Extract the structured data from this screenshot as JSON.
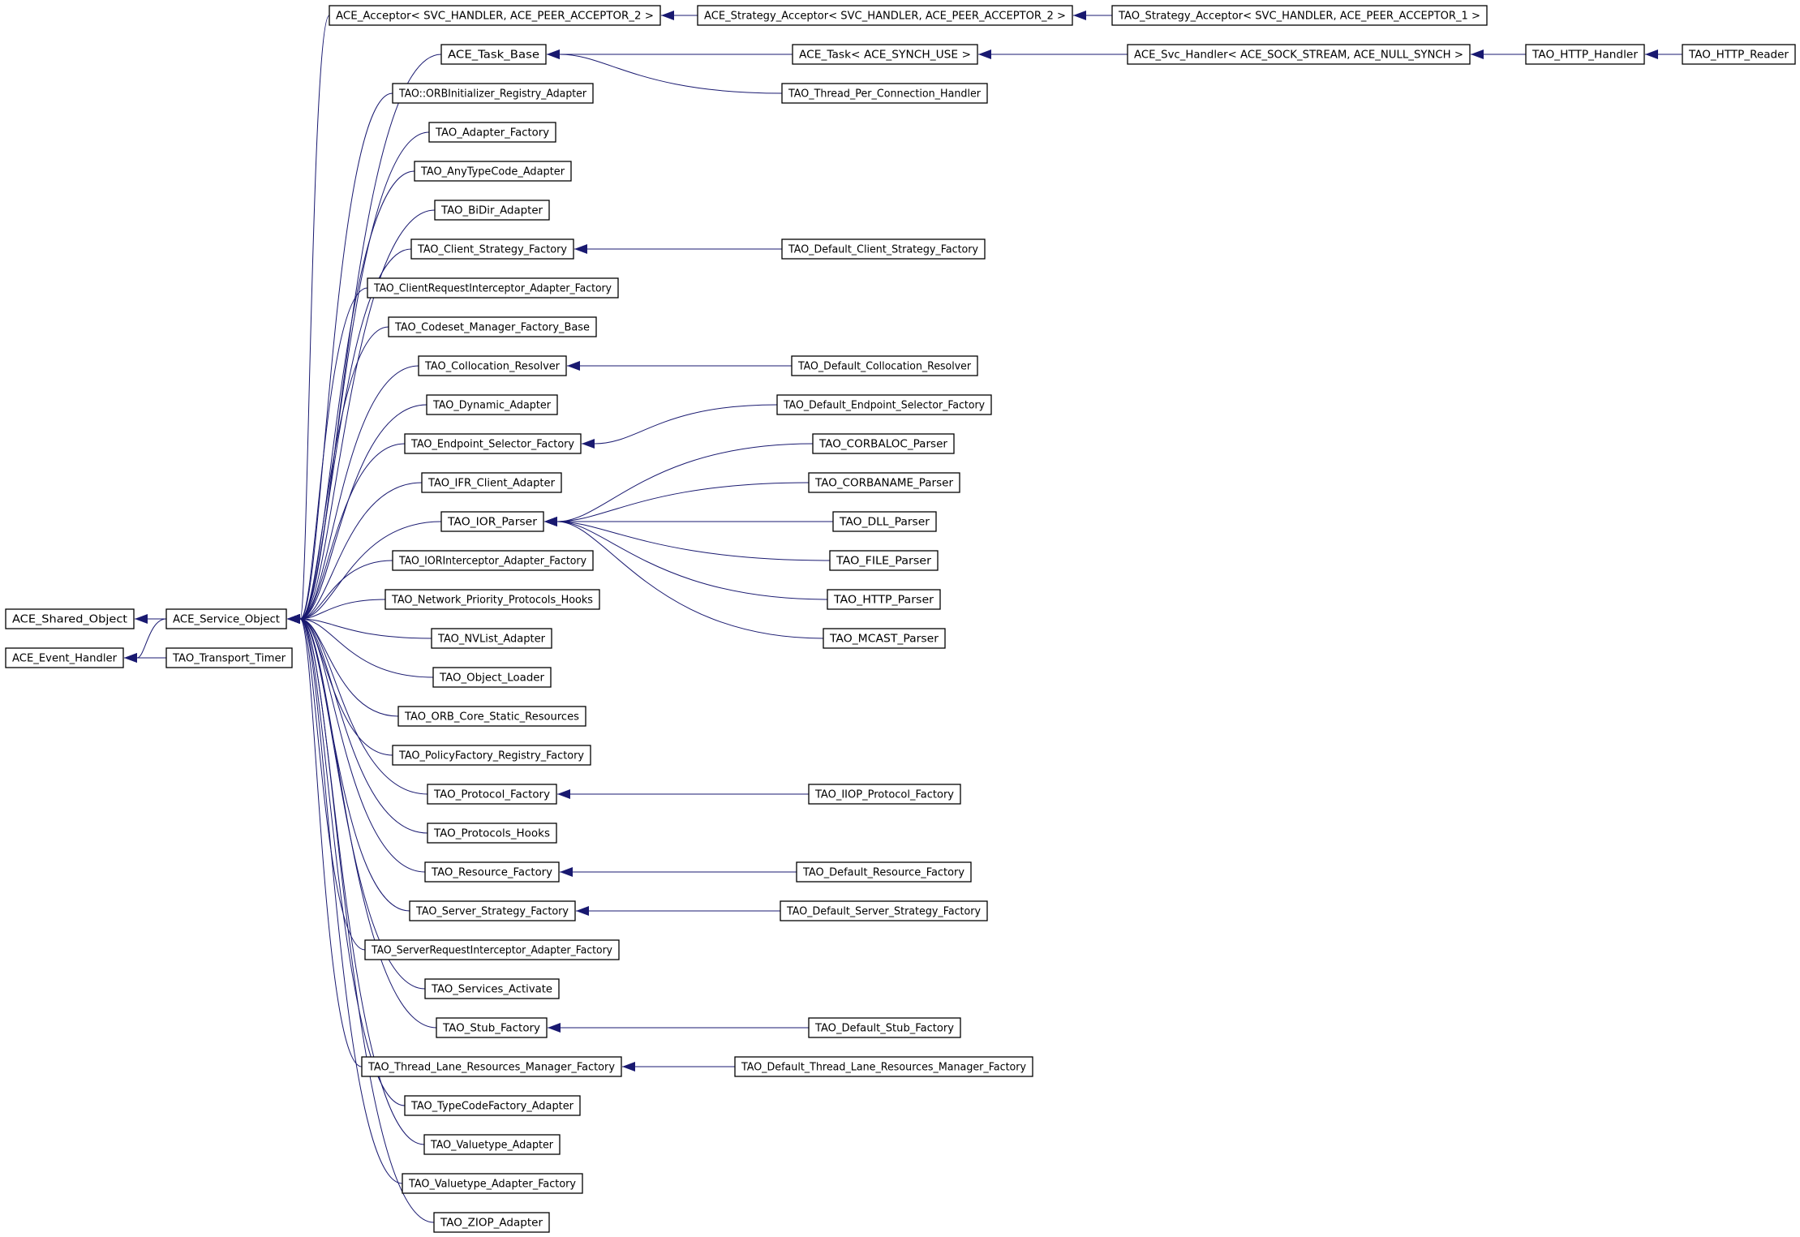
{
  "colors": {
    "edge": "#191970",
    "box_border": "#000000",
    "text": "#000000",
    "background": "#ffffff"
  },
  "nodes": [
    {
      "id": "ace_shared_object",
      "label": "ACE_Shared_Object"
    },
    {
      "id": "ace_event_handler",
      "label": "ACE_Event_Handler"
    },
    {
      "id": "ace_service_object",
      "label": "ACE_Service_Object"
    },
    {
      "id": "tao_transport_timer",
      "label": "TAO_Transport_Timer"
    },
    {
      "id": "ace_acceptor",
      "label": "ACE_Acceptor< SVC_HANDLER, ACE_PEER_ACCEPTOR_2 >"
    },
    {
      "id": "ace_strategy_acceptor",
      "label": "ACE_Strategy_Acceptor< SVC_HANDLER, ACE_PEER_ACCEPTOR_2 >"
    },
    {
      "id": "tao_strategy_acceptor",
      "label": "TAO_Strategy_Acceptor< SVC_HANDLER, ACE_PEER_ACCEPTOR_1 >"
    },
    {
      "id": "ace_task_base",
      "label": "ACE_Task_Base"
    },
    {
      "id": "ace_task",
      "label": "ACE_Task< ACE_SYNCH_USE >"
    },
    {
      "id": "ace_svc_handler",
      "label": "ACE_Svc_Handler< ACE_SOCK_STREAM, ACE_NULL_SYNCH >"
    },
    {
      "id": "tao_http_handler",
      "label": "TAO_HTTP_Handler"
    },
    {
      "id": "tao_http_reader",
      "label": "TAO_HTTP_Reader"
    },
    {
      "id": "tao_thread_per_connection_handler",
      "label": "TAO_Thread_Per_Connection_Handler"
    },
    {
      "id": "tao_orbinitializer_registry_adapter",
      "label": "TAO::ORBInitializer_Registry_Adapter"
    },
    {
      "id": "tao_adapter_factory",
      "label": "TAO_Adapter_Factory"
    },
    {
      "id": "tao_anytypecode_adapter",
      "label": "TAO_AnyTypeCode_Adapter"
    },
    {
      "id": "tao_bidir_adapter",
      "label": "TAO_BiDir_Adapter"
    },
    {
      "id": "tao_client_strategy_factory",
      "label": "TAO_Client_Strategy_Factory"
    },
    {
      "id": "tao_default_client_strategy_factory",
      "label": "TAO_Default_Client_Strategy_Factory"
    },
    {
      "id": "tao_clientrequestinterceptor_adapter_factory",
      "label": "TAO_ClientRequestInterceptor_Adapter_Factory"
    },
    {
      "id": "tao_codeset_manager_factory_base",
      "label": "TAO_Codeset_Manager_Factory_Base"
    },
    {
      "id": "tao_collocation_resolver",
      "label": "TAO_Collocation_Resolver"
    },
    {
      "id": "tao_default_collocation_resolver",
      "label": "TAO_Default_Collocation_Resolver"
    },
    {
      "id": "tao_dynamic_adapter",
      "label": "TAO_Dynamic_Adapter"
    },
    {
      "id": "tao_endpoint_selector_factory",
      "label": "TAO_Endpoint_Selector_Factory"
    },
    {
      "id": "tao_default_endpoint_selector_factory",
      "label": "TAO_Default_Endpoint_Selector_Factory"
    },
    {
      "id": "tao_ifr_client_adapter",
      "label": "TAO_IFR_Client_Adapter"
    },
    {
      "id": "tao_ior_parser",
      "label": "TAO_IOR_Parser"
    },
    {
      "id": "tao_corbaloc_parser",
      "label": "TAO_CORBALOC_Parser"
    },
    {
      "id": "tao_corbaname_parser",
      "label": "TAO_CORBANAME_Parser"
    },
    {
      "id": "tao_dll_parser",
      "label": "TAO_DLL_Parser"
    },
    {
      "id": "tao_file_parser",
      "label": "TAO_FILE_Parser"
    },
    {
      "id": "tao_http_parser",
      "label": "TAO_HTTP_Parser"
    },
    {
      "id": "tao_mcast_parser",
      "label": "TAO_MCAST_Parser"
    },
    {
      "id": "tao_iorinterceptor_adapter_factory",
      "label": "TAO_IORInterceptor_Adapter_Factory"
    },
    {
      "id": "tao_network_priority_protocols_hooks",
      "label": "TAO_Network_Priority_Protocols_Hooks"
    },
    {
      "id": "tao_nvlist_adapter",
      "label": "TAO_NVList_Adapter"
    },
    {
      "id": "tao_object_loader",
      "label": "TAO_Object_Loader"
    },
    {
      "id": "tao_orb_core_static_resources",
      "label": "TAO_ORB_Core_Static_Resources"
    },
    {
      "id": "tao_policyfactory_registry_factory",
      "label": "TAO_PolicyFactory_Registry_Factory"
    },
    {
      "id": "tao_protocol_factory",
      "label": "TAO_Protocol_Factory"
    },
    {
      "id": "tao_iiop_protocol_factory",
      "label": "TAO_IIOP_Protocol_Factory"
    },
    {
      "id": "tao_protocols_hooks",
      "label": "TAO_Protocols_Hooks"
    },
    {
      "id": "tao_resource_factory",
      "label": "TAO_Resource_Factory"
    },
    {
      "id": "tao_default_resource_factory",
      "label": "TAO_Default_Resource_Factory"
    },
    {
      "id": "tao_server_strategy_factory",
      "label": "TAO_Server_Strategy_Factory"
    },
    {
      "id": "tao_default_server_strategy_factory",
      "label": "TAO_Default_Server_Strategy_Factory"
    },
    {
      "id": "tao_serverrequestinterceptor_adapter_factory",
      "label": "TAO_ServerRequestInterceptor_Adapter_Factory"
    },
    {
      "id": "tao_services_activate",
      "label": "TAO_Services_Activate"
    },
    {
      "id": "tao_stub_factory",
      "label": "TAO_Stub_Factory"
    },
    {
      "id": "tao_default_stub_factory",
      "label": "TAO_Default_Stub_Factory"
    },
    {
      "id": "tao_thread_lane_resources_manager_factory",
      "label": "TAO_Thread_Lane_Resources_Manager_Factory"
    },
    {
      "id": "tao_default_thread_lane_resources_manager_factory",
      "label": "TAO_Default_Thread_Lane_Resources_Manager_Factory"
    },
    {
      "id": "tao_typecodefactory_adapter",
      "label": "TAO_TypeCodeFactory_Adapter"
    },
    {
      "id": "tao_valuetype_adapter",
      "label": "TAO_Valuetype_Adapter"
    },
    {
      "id": "tao_valuetype_adapter_factory",
      "label": "TAO_Valuetype_Adapter_Factory"
    },
    {
      "id": "tao_ziop_adapter",
      "label": "TAO_ZIOP_Adapter"
    }
  ],
  "edges": [
    {
      "base": "ace_shared_object",
      "derived": "ace_service_object"
    },
    {
      "base": "ace_event_handler",
      "derived": "ace_service_object"
    },
    {
      "base": "ace_event_handler",
      "derived": "tao_transport_timer"
    },
    {
      "base": "ace_service_object",
      "derived": "ace_acceptor"
    },
    {
      "base": "ace_service_object",
      "derived": "ace_task_base"
    },
    {
      "base": "ace_service_object",
      "derived": "tao_orbinitializer_registry_adapter"
    },
    {
      "base": "ace_service_object",
      "derived": "tao_adapter_factory"
    },
    {
      "base": "ace_service_object",
      "derived": "tao_anytypecode_adapter"
    },
    {
      "base": "ace_service_object",
      "derived": "tao_bidir_adapter"
    },
    {
      "base": "ace_service_object",
      "derived": "tao_client_strategy_factory"
    },
    {
      "base": "ace_service_object",
      "derived": "tao_clientrequestinterceptor_adapter_factory"
    },
    {
      "base": "ace_service_object",
      "derived": "tao_codeset_manager_factory_base"
    },
    {
      "base": "ace_service_object",
      "derived": "tao_collocation_resolver"
    },
    {
      "base": "ace_service_object",
      "derived": "tao_dynamic_adapter"
    },
    {
      "base": "ace_service_object",
      "derived": "tao_endpoint_selector_factory"
    },
    {
      "base": "ace_service_object",
      "derived": "tao_ifr_client_adapter"
    },
    {
      "base": "ace_service_object",
      "derived": "tao_ior_parser"
    },
    {
      "base": "ace_service_object",
      "derived": "tao_iorinterceptor_adapter_factory"
    },
    {
      "base": "ace_service_object",
      "derived": "tao_network_priority_protocols_hooks"
    },
    {
      "base": "ace_service_object",
      "derived": "tao_nvlist_adapter"
    },
    {
      "base": "ace_service_object",
      "derived": "tao_object_loader"
    },
    {
      "base": "ace_service_object",
      "derived": "tao_orb_core_static_resources"
    },
    {
      "base": "ace_service_object",
      "derived": "tao_policyfactory_registry_factory"
    },
    {
      "base": "ace_service_object",
      "derived": "tao_protocol_factory"
    },
    {
      "base": "ace_service_object",
      "derived": "tao_protocols_hooks"
    },
    {
      "base": "ace_service_object",
      "derived": "tao_resource_factory"
    },
    {
      "base": "ace_service_object",
      "derived": "tao_server_strategy_factory"
    },
    {
      "base": "ace_service_object",
      "derived": "tao_serverrequestinterceptor_adapter_factory"
    },
    {
      "base": "ace_service_object",
      "derived": "tao_services_activate"
    },
    {
      "base": "ace_service_object",
      "derived": "tao_stub_factory"
    },
    {
      "base": "ace_service_object",
      "derived": "tao_thread_lane_resources_manager_factory"
    },
    {
      "base": "ace_service_object",
      "derived": "tao_typecodefactory_adapter"
    },
    {
      "base": "ace_service_object",
      "derived": "tao_valuetype_adapter"
    },
    {
      "base": "ace_service_object",
      "derived": "tao_valuetype_adapter_factory"
    },
    {
      "base": "ace_service_object",
      "derived": "tao_ziop_adapter"
    },
    {
      "base": "ace_acceptor",
      "derived": "ace_strategy_acceptor"
    },
    {
      "base": "ace_strategy_acceptor",
      "derived": "tao_strategy_acceptor"
    },
    {
      "base": "ace_task_base",
      "derived": "ace_task"
    },
    {
      "base": "ace_task_base",
      "derived": "tao_thread_per_connection_handler"
    },
    {
      "base": "ace_task",
      "derived": "ace_svc_handler"
    },
    {
      "base": "ace_svc_handler",
      "derived": "tao_http_handler"
    },
    {
      "base": "tao_http_handler",
      "derived": "tao_http_reader"
    },
    {
      "base": "tao_client_strategy_factory",
      "derived": "tao_default_client_strategy_factory"
    },
    {
      "base": "tao_collocation_resolver",
      "derived": "tao_default_collocation_resolver"
    },
    {
      "base": "tao_endpoint_selector_factory",
      "derived": "tao_default_endpoint_selector_factory"
    },
    {
      "base": "tao_ior_parser",
      "derived": "tao_corbaloc_parser"
    },
    {
      "base": "tao_ior_parser",
      "derived": "tao_corbaname_parser"
    },
    {
      "base": "tao_ior_parser",
      "derived": "tao_dll_parser"
    },
    {
      "base": "tao_ior_parser",
      "derived": "tao_file_parser"
    },
    {
      "base": "tao_ior_parser",
      "derived": "tao_http_parser"
    },
    {
      "base": "tao_ior_parser",
      "derived": "tao_mcast_parser"
    },
    {
      "base": "tao_protocol_factory",
      "derived": "tao_iiop_protocol_factory"
    },
    {
      "base": "tao_resource_factory",
      "derived": "tao_default_resource_factory"
    },
    {
      "base": "tao_server_strategy_factory",
      "derived": "tao_default_server_strategy_factory"
    },
    {
      "base": "tao_stub_factory",
      "derived": "tao_default_stub_factory"
    },
    {
      "base": "tao_thread_lane_resources_manager_factory",
      "derived": "tao_default_thread_lane_resources_manager_factory"
    }
  ]
}
